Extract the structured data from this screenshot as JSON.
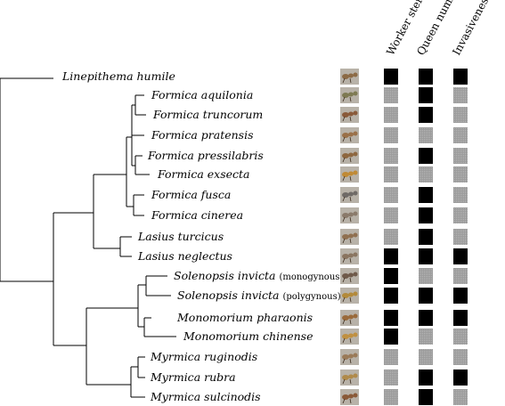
{
  "columns": [
    "Worker sterility",
    "Queen number",
    "Invasiveness"
  ],
  "colors": {
    "black": "#000000",
    "grey": "#9b9b9b"
  },
  "taxa": [
    {
      "name": "Linepithema humile",
      "note": "",
      "traits": [
        1,
        1,
        1
      ],
      "photo": "ant-photo"
    },
    {
      "name": "Formica aquilonia",
      "note": "",
      "traits": [
        0,
        1,
        0
      ],
      "photo": "ant-photo"
    },
    {
      "name": "Formica truncorum",
      "note": "",
      "traits": [
        0,
        1,
        0
      ],
      "photo": "ant-photo"
    },
    {
      "name": "Formica pratensis",
      "note": "",
      "traits": [
        0,
        0,
        0
      ],
      "photo": "ant-photo"
    },
    {
      "name": "Formica pressilabris",
      "note": "",
      "traits": [
        0,
        1,
        0
      ],
      "photo": "ant-photo"
    },
    {
      "name": "Formica exsecta",
      "note": "",
      "traits": [
        0,
        0,
        0
      ],
      "photo": "ant-photo"
    },
    {
      "name": "Formica fusca",
      "note": "",
      "traits": [
        0,
        1,
        0
      ],
      "photo": "ant-photo"
    },
    {
      "name": "Formica cinerea",
      "note": "",
      "traits": [
        0,
        1,
        0
      ],
      "photo": "ant-photo"
    },
    {
      "name": "Lasius turcicus",
      "note": "",
      "traits": [
        0,
        1,
        0
      ],
      "photo": "ant-photo"
    },
    {
      "name": "Lasius neglectus",
      "note": "",
      "traits": [
        1,
        1,
        1
      ],
      "photo": "ant-photo"
    },
    {
      "name": "Solenopsis invicta",
      "note": "(monogynous)",
      "traits": [
        1,
        0,
        0
      ],
      "photo": "ant-photo"
    },
    {
      "name": "Solenopsis invicta",
      "note": "(polygynous)",
      "traits": [
        1,
        1,
        1
      ],
      "photo": "ant-photo"
    },
    {
      "name": "Monomorium pharaonis",
      "note": "",
      "traits": [
        1,
        1,
        1
      ],
      "photo": "ant-photo"
    },
    {
      "name": "Monomorium chinense",
      "note": "",
      "traits": [
        1,
        0,
        0
      ],
      "photo": "ant-photo"
    },
    {
      "name": "Myrmica ruginodis",
      "note": "",
      "traits": [
        0,
        0,
        0
      ],
      "photo": "ant-photo"
    },
    {
      "name": "Myrmica rubra",
      "note": "",
      "traits": [
        0,
        1,
        1
      ],
      "photo": "ant-photo"
    },
    {
      "name": "Myrmica sulcinodis",
      "note": "",
      "traits": [
        0,
        1,
        0
      ],
      "photo": "ant-photo"
    }
  ]
}
